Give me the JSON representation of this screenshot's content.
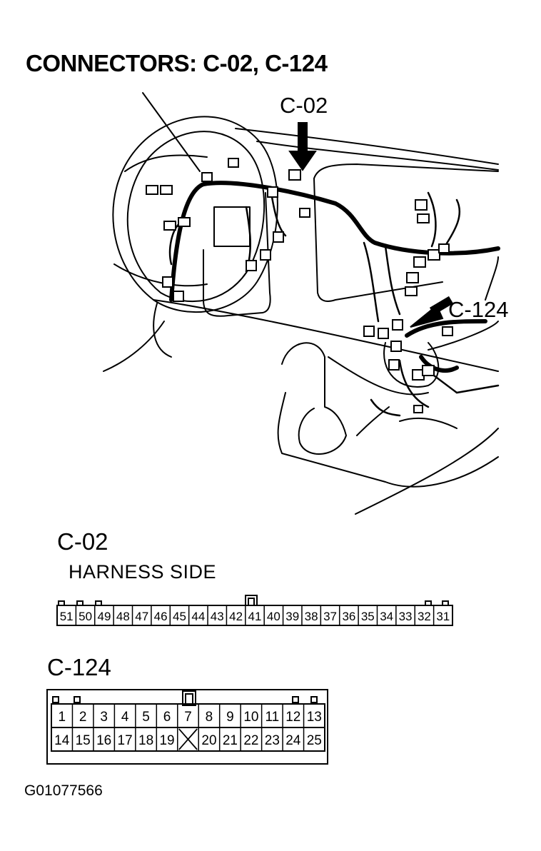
{
  "title": "CONNECTORS: C-02, C-124",
  "callouts": {
    "c02": "C-02",
    "c124": "C-124"
  },
  "c02": {
    "label": "C-02",
    "subtitle": "HARNESS SIDE",
    "pins": [
      "51",
      "50",
      "49",
      "48",
      "47",
      "46",
      "45",
      "44",
      "43",
      "42",
      "41",
      "40",
      "39",
      "38",
      "37",
      "36",
      "35",
      "34",
      "33",
      "32",
      "31"
    ]
  },
  "c124": {
    "label": "C-124",
    "row1": [
      "1",
      "2",
      "3",
      "4",
      "5",
      "6",
      "7",
      "8",
      "9",
      "10",
      "11",
      "12",
      "13"
    ],
    "row2": [
      "14",
      "15",
      "16",
      "17",
      "18",
      "19",
      "",
      "20",
      "21",
      "22",
      "23",
      "24",
      "25"
    ],
    "blank_cell_index": 6
  },
  "footer": {
    "code": "G01077566"
  }
}
